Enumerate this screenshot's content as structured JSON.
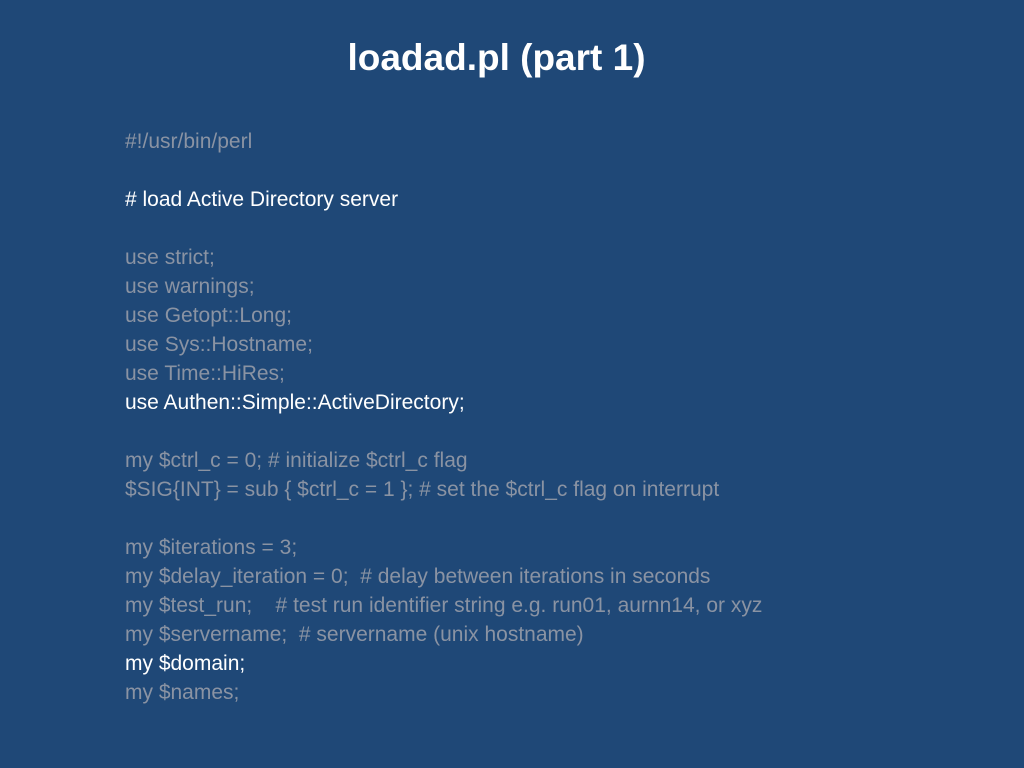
{
  "slide": {
    "title": "loadad.pl (part 1)",
    "colors": {
      "background": "#1f4877",
      "highlight_text": "#ffffff",
      "dim_text": "#8a93a3"
    },
    "lines": [
      {
        "text": "#!/usr/bin/perl",
        "style": "dim"
      },
      {
        "text": "",
        "style": "blank"
      },
      {
        "text": "# load Active Directory server",
        "style": "bright"
      },
      {
        "text": "",
        "style": "blank"
      },
      {
        "text": "use strict;",
        "style": "dim"
      },
      {
        "text": "use warnings;",
        "style": "dim"
      },
      {
        "text": "use Getopt::Long;",
        "style": "dim"
      },
      {
        "text": "use Sys::Hostname;",
        "style": "dim"
      },
      {
        "text": "use Time::HiRes;",
        "style": "dim"
      },
      {
        "text": "use Authen::Simple::ActiveDirectory;",
        "style": "bright"
      },
      {
        "text": "",
        "style": "blank"
      },
      {
        "text": "my $ctrl_c = 0; # initialize $ctrl_c flag",
        "style": "dim"
      },
      {
        "text": "$SIG{INT} = sub { $ctrl_c = 1 }; # set the $ctrl_c flag on interrupt",
        "style": "dim"
      },
      {
        "text": "",
        "style": "blank"
      },
      {
        "text": "my $iterations = 3;",
        "style": "dim"
      },
      {
        "text": "my $delay_iteration = 0;  # delay between iterations in seconds",
        "style": "dim"
      },
      {
        "text": "my $test_run;    # test run identifier string e.g. run01, aurnn14, or xyz",
        "style": "dim"
      },
      {
        "text": "my $servername;  # servername (unix hostname)",
        "style": "dim"
      },
      {
        "text": "my $domain;",
        "style": "bright"
      },
      {
        "text": "my $names;",
        "style": "dim"
      }
    ]
  }
}
